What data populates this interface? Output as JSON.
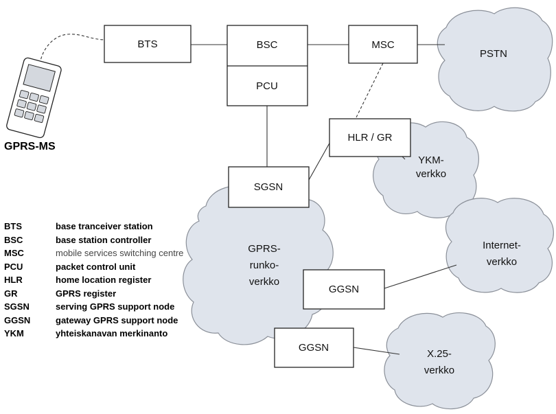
{
  "nodes": {
    "bts": "BTS",
    "bsc": "BSC",
    "pcu": "PCU",
    "msc": "MSC",
    "hlr_gr": "HLR / GR",
    "sgsn": "SGSN",
    "ggsn_internet": "GGSN",
    "ggsn_x25": "GGSN"
  },
  "clouds": {
    "pstn": [
      "PSTN"
    ],
    "ykm": [
      "YKM-",
      "verkko"
    ],
    "gprs": [
      "GPRS-",
      "runko-",
      "verkko"
    ],
    "internet": [
      "Internet-",
      "verkko"
    ],
    "x25": [
      "X.25-",
      "verkko"
    ]
  },
  "mobile_station": {
    "label": "GPRS-MS"
  },
  "legend": [
    {
      "abbr": "BTS",
      "desc": "base tranceiver station"
    },
    {
      "abbr": "BSC",
      "desc": "base station controller"
    },
    {
      "abbr": "MSC",
      "desc": "mobile services switching centre"
    },
    {
      "abbr": "PCU",
      "desc": "packet control unit"
    },
    {
      "abbr": "HLR",
      "desc": "home location register"
    },
    {
      "abbr": "GR",
      "desc": "GPRS register"
    },
    {
      "abbr": "SGSN",
      "desc": "serving GPRS support node"
    },
    {
      "abbr": "GGSN",
      "desc": "gateway GPRS support node"
    },
    {
      "abbr": "YKM",
      "desc": "yhteiskanavan merkinanto"
    }
  ],
  "colors": {
    "cloud_fill": "#dfe4ec",
    "cloud_stroke": "#8a8f98",
    "box_stroke": "#222222"
  }
}
